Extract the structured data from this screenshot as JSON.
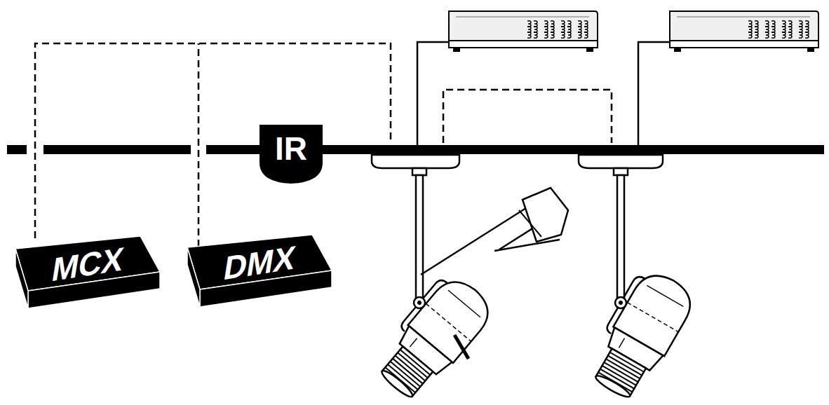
{
  "diagram": {
    "nodes": [
      {
        "text": [
          "MCX"
        ]
      },
      {
        "text": [
          "DMX"
        ]
      },
      {
        "text": [
          "IR"
        ]
      }
    ]
  }
}
